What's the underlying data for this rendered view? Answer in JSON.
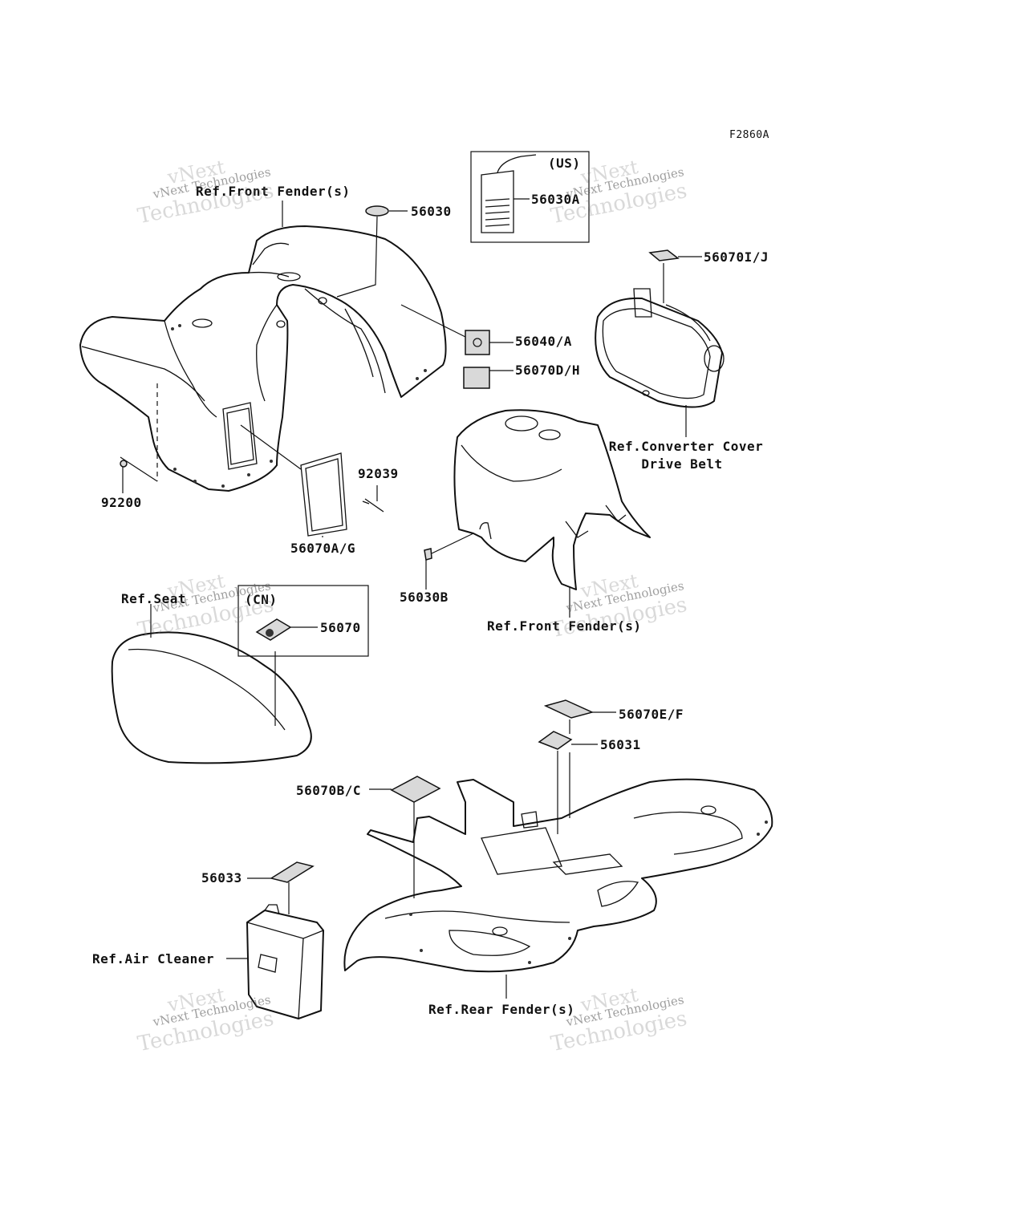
{
  "figure_code": "F2860A",
  "labels": {
    "p56030": "56030",
    "us_tag": "(US)",
    "p56030A": "56030A",
    "p56070IJ": "56070I/J",
    "p56040A": "56040/A",
    "p56070DH": "56070D/H",
    "ref_front_fender_top": "Ref.Front Fender(s)",
    "ref_converter_cover": "Ref.Converter Cover",
    "drive_belt": "Drive Belt",
    "p92039": "92039",
    "p92200": "92200",
    "p56070AG": "56070A/G",
    "p56030B": "56030B",
    "ref_front_fender_mid": "Ref.Front Fender(s)",
    "ref_seat": "Ref.Seat",
    "cn_tag": "(CN)",
    "p56070": "56070",
    "p56070EF": "56070E/F",
    "p56031": "56031",
    "p56070BC": "56070B/C",
    "p56033": "56033",
    "ref_air_cleaner": "Ref.Air Cleaner",
    "ref_rear_fender": "Ref.Rear Fender(s)"
  },
  "watermark": {
    "line1": "vNext",
    "line2": "vNext Technologies",
    "line3": "Technologies"
  },
  "colors": {
    "line": "#111111",
    "background": "#ffffff",
    "watermark": "#9a9a9a"
  }
}
